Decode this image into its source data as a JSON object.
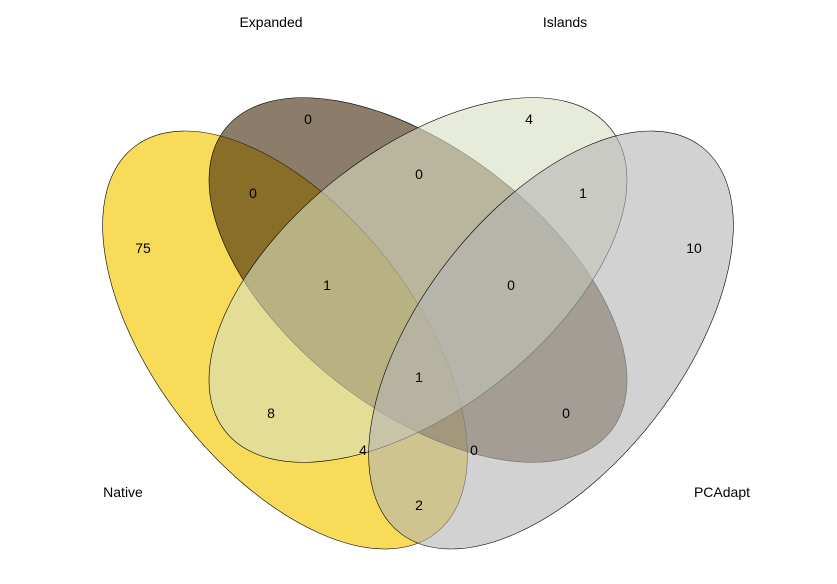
{
  "sets": [
    {
      "key": "native",
      "label": "Native",
      "color": "#F5C800"
    },
    {
      "key": "expanded",
      "label": "Expanded",
      "color": "#3F2506"
    },
    {
      "key": "islands",
      "label": "Islands",
      "color": "#D7DEC0"
    },
    {
      "key": "pcadapt",
      "label": "PCAdapt",
      "color": "#B4B4B4"
    }
  ],
  "regions": [
    {
      "id": "native-only",
      "sets": [
        "Native"
      ],
      "count": "75"
    },
    {
      "id": "expanded-only",
      "sets": [
        "Expanded"
      ],
      "count": "0"
    },
    {
      "id": "islands-only",
      "sets": [
        "Islands"
      ],
      "count": "4"
    },
    {
      "id": "pcadapt-only",
      "sets": [
        "PCAdapt"
      ],
      "count": "10"
    },
    {
      "id": "native-expanded",
      "sets": [
        "Native",
        "Expanded"
      ],
      "count": "0"
    },
    {
      "id": "expanded-islands",
      "sets": [
        "Expanded",
        "Islands"
      ],
      "count": "0"
    },
    {
      "id": "islands-pcadapt",
      "sets": [
        "Islands",
        "PCAdapt"
      ],
      "count": "1"
    },
    {
      "id": "native-expanded-islands",
      "sets": [
        "Native",
        "Expanded",
        "Islands"
      ],
      "count": "1"
    },
    {
      "id": "expanded-islands-pcadapt",
      "sets": [
        "Expanded",
        "Islands",
        "PCAdapt"
      ],
      "count": "0"
    },
    {
      "id": "all-four",
      "sets": [
        "Native",
        "Expanded",
        "Islands",
        "PCAdapt"
      ],
      "count": "1"
    },
    {
      "id": "native-islands",
      "sets": [
        "Native",
        "Islands"
      ],
      "count": "8"
    },
    {
      "id": "expanded-pcadapt",
      "sets": [
        "Expanded",
        "PCAdapt"
      ],
      "count": "0"
    },
    {
      "id": "native-islands-pcadapt",
      "sets": [
        "Native",
        "Islands",
        "PCAdapt"
      ],
      "count": "4"
    },
    {
      "id": "native-expanded-pcadapt",
      "sets": [
        "Native",
        "Expanded",
        "PCAdapt"
      ],
      "count": "0"
    },
    {
      "id": "native-pcadapt",
      "sets": [
        "Native",
        "PCAdapt"
      ],
      "count": "2"
    }
  ]
}
